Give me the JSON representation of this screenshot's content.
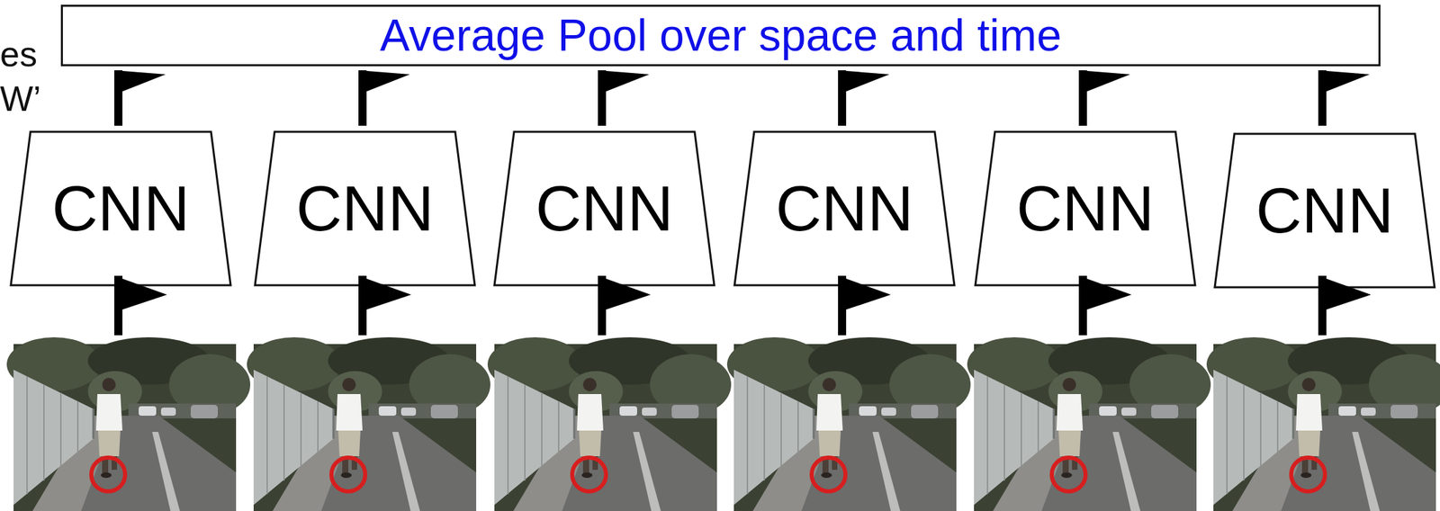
{
  "diagram": {
    "nodes": [
      {
        "text": [
          "Average Pool over space and time"
        ]
      },
      {
        "text": [
          "CNN"
        ]
      },
      {
        "text": [
          "CNN"
        ]
      },
      {
        "text": [
          "CNN"
        ]
      },
      {
        "text": [
          "CNN"
        ]
      },
      {
        "text": [
          "CNN"
        ]
      },
      {
        "text": [
          "CNN"
        ]
      }
    ],
    "labels": [
      "es",
      "W’"
    ]
  }
}
